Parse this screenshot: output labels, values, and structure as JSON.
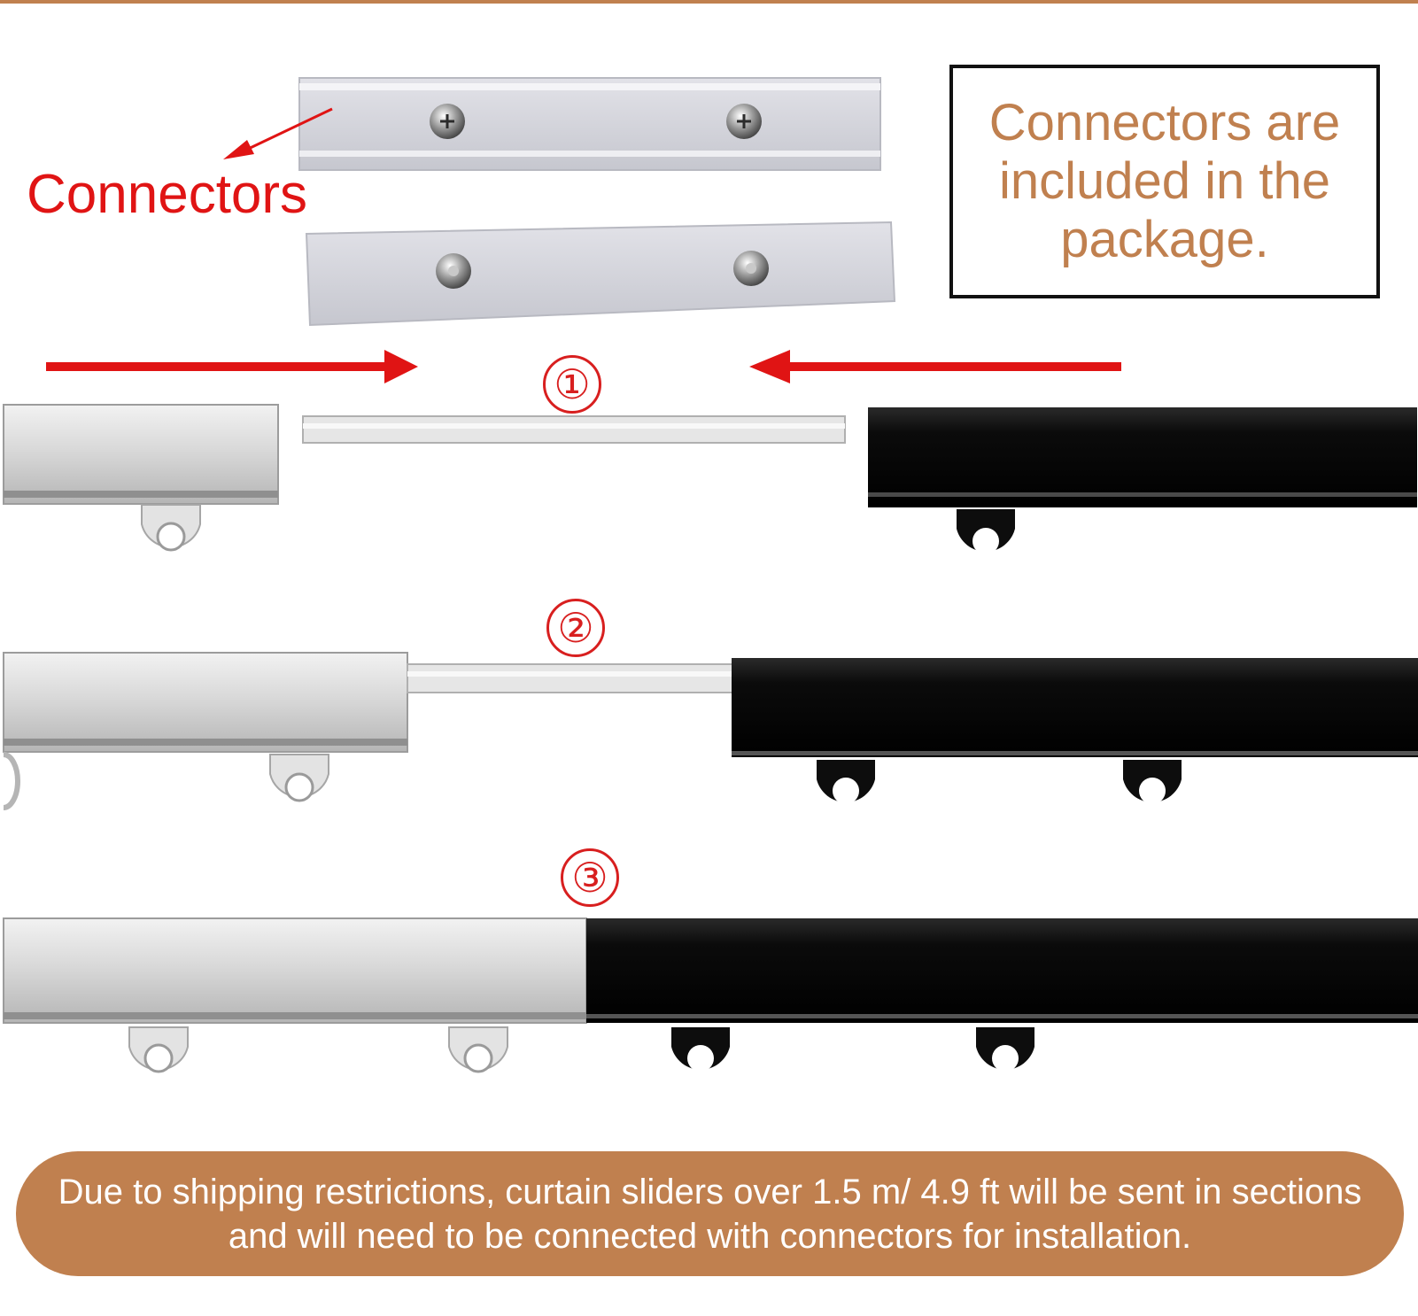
{
  "colors": {
    "accent_brown": "#c0804f",
    "label_red": "#e01414",
    "arrow_red": "#e01414",
    "silver_rail": "#d6d6d6",
    "black_rail": "#0d0d0d",
    "notice_text": "#ffffff"
  },
  "connectors_label": "Connectors",
  "callout": {
    "text": "Connectors are included in the package."
  },
  "steps": [
    "①",
    "②",
    "③"
  ],
  "notice": {
    "text": "Due to shipping restrictions, curtain sliders over 1.5 m/ 4.9 ft will be sent in sections and will need to be connected with connectors for installation."
  },
  "icons": {
    "arrow_right": "red-arrow-right-icon",
    "arrow_left": "red-arrow-left-icon",
    "pointer_arrow": "connector-pointer-arrow-icon"
  }
}
